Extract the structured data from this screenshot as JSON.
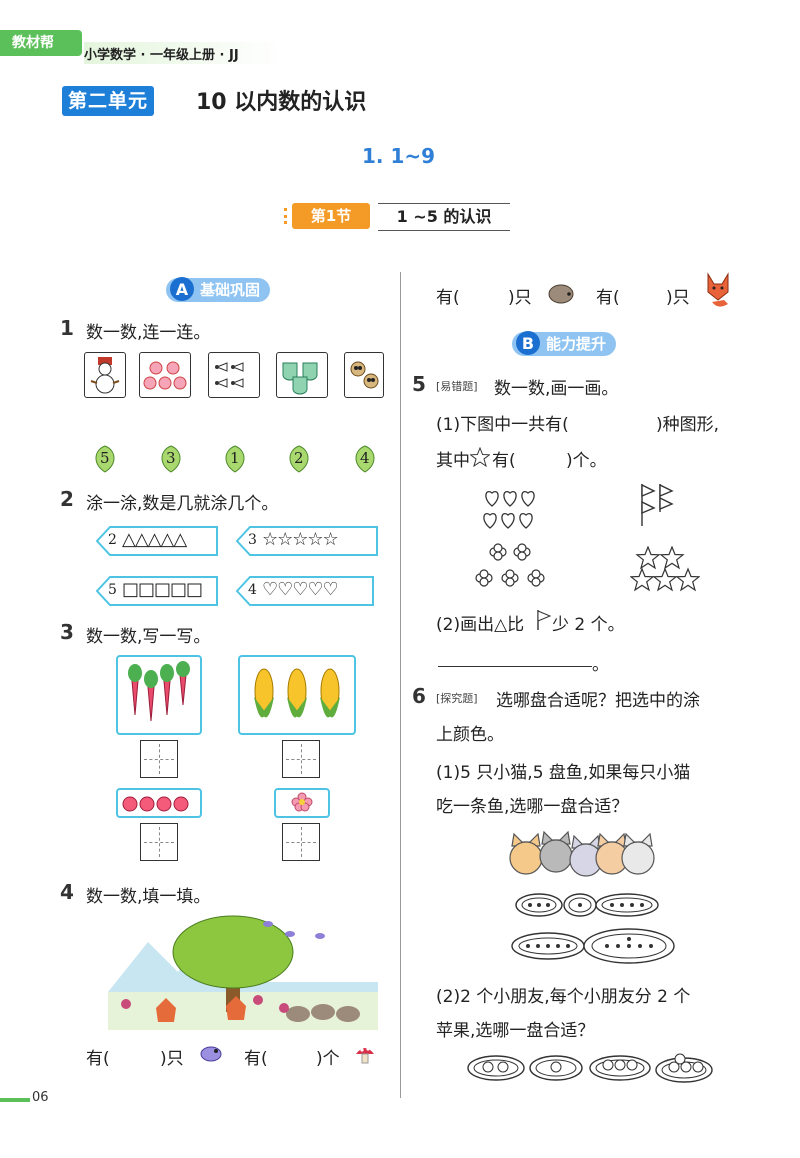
{
  "header": {
    "brand": "教材帮",
    "series": "小学数学 · 一年级上册 · JJ"
  },
  "unit": {
    "badge": "第二单元",
    "title": "10 以内数的认识"
  },
  "lesson": "1. 1~9",
  "section": {
    "badge": "第1节",
    "title": "1 ~5 的认识"
  },
  "level_a": {
    "letter": "A",
    "label": "基础巩固"
  },
  "level_b": {
    "letter": "B",
    "label": "能力提升"
  },
  "q1": {
    "num": "1",
    "text": "数一数,连一连。",
    "leaf_numbers": [
      "5",
      "3",
      "1",
      "2",
      "4"
    ]
  },
  "q2": {
    "num": "2",
    "text": "涂一涂,数是几就涂几个。",
    "arrows": [
      {
        "n": "2",
        "shapes": "△△△△△"
      },
      {
        "n": "3",
        "shapes": "☆☆☆☆☆"
      },
      {
        "n": "5",
        "shapes": "□□□□□"
      },
      {
        "n": "4",
        "shapes": "♡♡♡♡♡"
      }
    ]
  },
  "q3": {
    "num": "3",
    "text": "数一数,写一写。"
  },
  "q4": {
    "num": "4",
    "text": "数一数,填一填。",
    "line1_a": "有(",
    "line1_b": ")只",
    "line1_c": "有(",
    "line1_d": ")个"
  },
  "q4_right": {
    "a": "有(",
    "b": ")只",
    "c": "有(",
    "d": ")只"
  },
  "q5": {
    "num": "5",
    "tag": "[易错题]",
    "text": "数一数,画一画。",
    "p1a": "(1)下图中一共有(",
    "p1b": ")种图形,",
    "p1c": "其中",
    "p1d": "有(",
    "p1e": ")个。",
    "p2a": "(2)画出△比",
    "p2b": "少 2 个。",
    "p2end": "。"
  },
  "q6": {
    "num": "6",
    "tag": "[探究题]",
    "text": "选哪盘合适呢？把选中的涂",
    "text2": "上颜色。",
    "p1": "(1)5 只小猫,5 盘鱼,如果每只小猫",
    "p1b": "吃一条鱼,选哪一盘合适？",
    "p2": "(2)2 个小朋友,每个小朋友分 2 个",
    "p2b": "苹果,选哪一盘合适？"
  },
  "page": "06",
  "colors": {
    "green": "#5cc05a",
    "blue": "#1e7fd8",
    "orange": "#f39a27",
    "cyan": "#4ec4e4"
  }
}
